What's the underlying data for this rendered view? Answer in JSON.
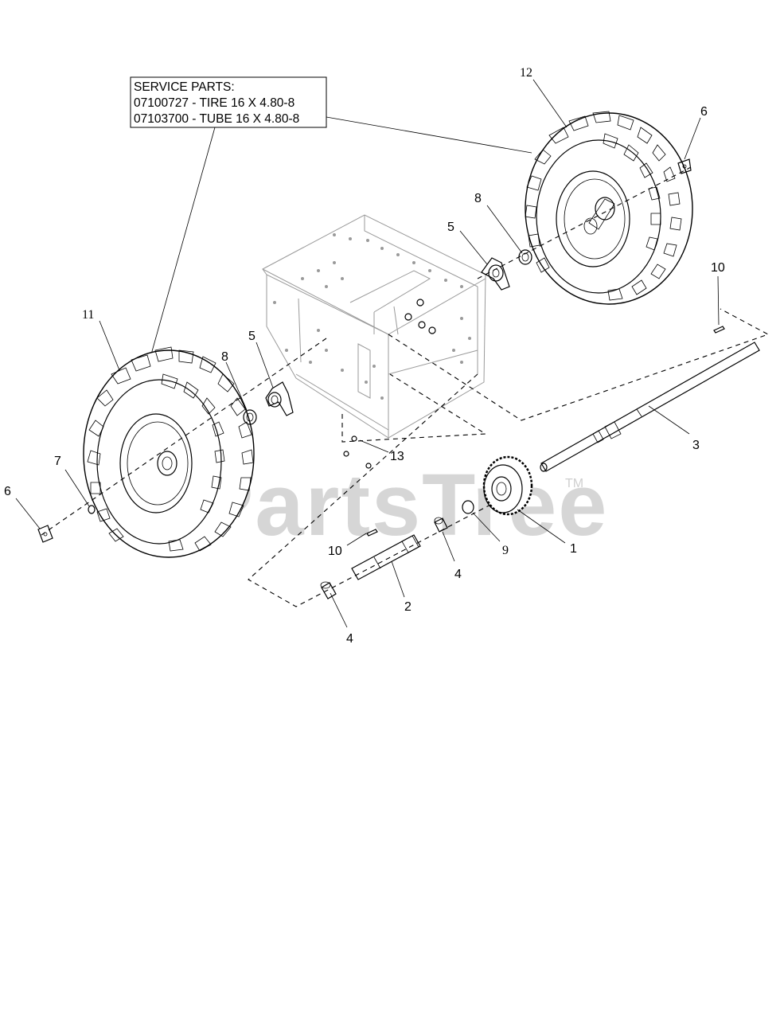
{
  "service_box": {
    "line1": "SERVICE PARTS:",
    "line2": "07100727 - TIRE 16 X 4.80-8",
    "line3": "07103700 - TUBE 16 X 4.80-8"
  },
  "callouts": {
    "c1": "1",
    "c2": "2",
    "c3": "3",
    "c4a": "4",
    "c4b": "4",
    "c5a": "5",
    "c5b": "5",
    "c6a": "6",
    "c6b": "6",
    "c7": "7",
    "c8a": "8",
    "c8b": "8",
    "c9": "9",
    "c10a": "10",
    "c10b": "10",
    "c11": "11",
    "c12": "12",
    "c13": "13"
  },
  "watermark": {
    "text": "PartsTree",
    "mark": "TM"
  }
}
